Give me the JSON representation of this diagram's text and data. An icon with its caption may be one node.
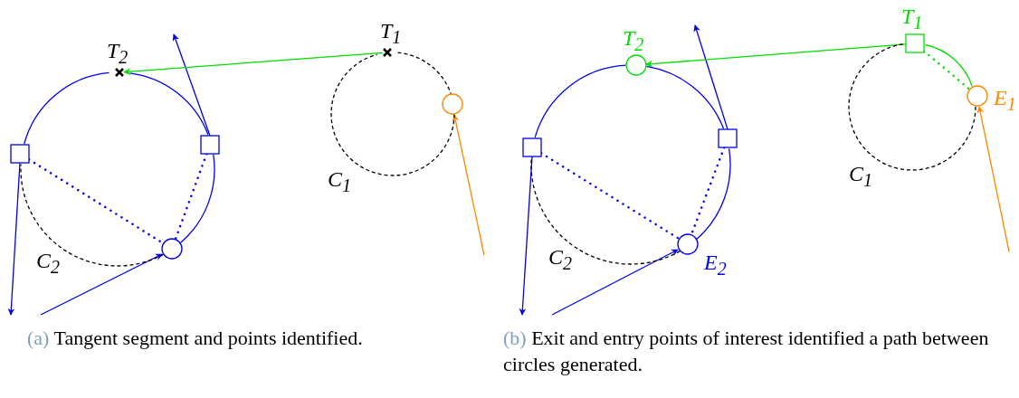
{
  "diagram": {
    "nodes": [
      {
        "text": [
          "T$_{2}$"
        ]
      },
      {
        "text": [
          "T$_{1}$"
        ]
      },
      {
        "text": [],
        "shape": "box"
      },
      {
        "text": [],
        "shape": "box"
      },
      {
        "text": [],
        "shape": "circle"
      },
      {
        "text": [],
        "shape": "circle"
      },
      {
        "text": [
          "T$_{2}$"
        ]
      },
      {
        "text": [
          "T$_{1}$"
        ]
      },
      {
        "text": [
          "E$_{1}$"
        ]
      },
      {
        "text": [],
        "shape": "box"
      },
      {
        "text": [],
        "shape": "box"
      },
      {
        "text": [
          "E$_{2}$"
        ]
      }
    ],
    "edges": [
      {
        "from": 1,
        "to": 0,
        "arrow": "to",
        "color": "#00dd00"
      },
      {
        "from": 2,
        "to": 4,
        "arrow": "none",
        "style": "dashed"
      },
      {
        "from": 3,
        "to": 4,
        "arrow": "none",
        "style": "dashed"
      },
      {
        "from": 2,
        "to": 0,
        "arrow": "none"
      },
      {
        "from": 0,
        "to": 3,
        "arrow": "none"
      },
      {
        "from": 3,
        "to": 4,
        "arrow": "none"
      },
      {
        "from": 4,
        "to": 2,
        "arrow": "none",
        "style": "dashed",
        "color": "#000000"
      },
      {
        "from": 1,
        "to": 5,
        "arrow": "none",
        "style": "dashed",
        "color": "#000000"
      },
      {
        "from": 5,
        "to": 1,
        "arrow": "none",
        "style": "dashed",
        "color": "#000000"
      },
      {
        "from": 7,
        "to": 6,
        "arrow": "to",
        "color": "#00dd00"
      },
      {
        "from": 7,
        "to": 8,
        "arrow": "none",
        "style": "dashed",
        "color": "#00dd00"
      },
      {
        "from": 9,
        "to": 11,
        "arrow": "none",
        "style": "dashed"
      },
      {
        "from": 10,
        "to": 11,
        "arrow": "none",
        "style": "dashed"
      },
      {
        "from": 9,
        "to": 6,
        "arrow": "none"
      },
      {
        "from": 6,
        "to": 10,
        "arrow": "none"
      },
      {
        "from": 10,
        "to": 11,
        "arrow": "none"
      },
      {
        "from": 11,
        "to": 9,
        "arrow": "none",
        "style": "dashed",
        "color": "#000000"
      },
      {
        "from": 7,
        "to": 8,
        "arrow": "none",
        "color": "#00dd00"
      },
      {
        "from": 8,
        "to": 7,
        "arrow": "none",
        "style": "dashed",
        "color": "#000000"
      }
    ],
    "labels": [
      "C$_{1}$",
      "C$_{2}$",
      "(a)",
      "Tangent segment and points identified.",
      "C$_{1}$",
      "C$_{2}$",
      "(b)",
      "Exit and entry points of interest identified a path between circles generated."
    ]
  }
}
